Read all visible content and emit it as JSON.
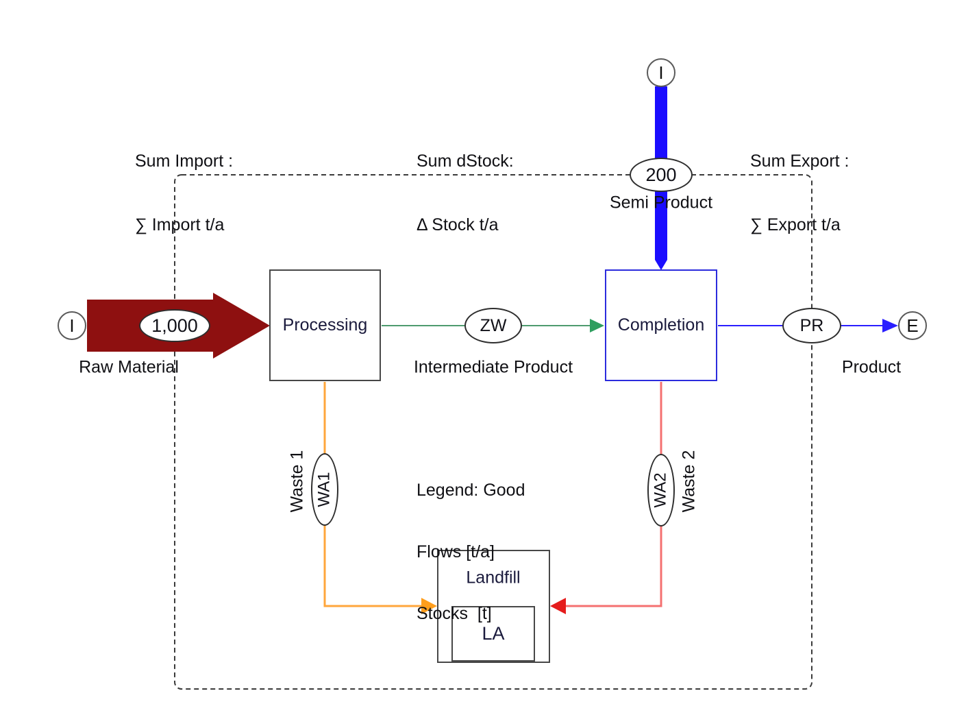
{
  "summary_labels": {
    "import": {
      "line1": "Sum Import :",
      "line2": "∑ Import t/a"
    },
    "dstock": {
      "line1": "Sum dStock:",
      "line2": "Δ Stock t/a"
    },
    "export": {
      "line1": "Sum Export :",
      "line2": "∑ Export t/a"
    }
  },
  "processes": {
    "processing": {
      "label": "Processing"
    },
    "completion": {
      "label": "Completion"
    },
    "landfill": {
      "label": "Landfill",
      "stock": {
        "label": "LA"
      }
    }
  },
  "terminals": {
    "import_left": "I",
    "import_top": "I",
    "export_right": "E"
  },
  "flows": {
    "raw_material": {
      "label": "Raw Material",
      "value": "1,000"
    },
    "semi_product": {
      "label": "Semi Product",
      "value": "200"
    },
    "intermediate_product": {
      "label": "Intermediate Product",
      "code": "ZW"
    },
    "product": {
      "label": "Product",
      "code": "PR"
    },
    "waste_1": {
      "label": "Waste 1",
      "code": "WA1"
    },
    "waste_2": {
      "label": "Waste 2",
      "code": "WA2"
    }
  },
  "legend": {
    "line1": "Legend: Good",
    "line2": "Flows [t/a]",
    "line3": "Stocks  [t]"
  },
  "colors": {
    "raw_material_flow": "#8e1010",
    "semi_product_flow": "#1a0dff",
    "intermediate_flow": "#4e9b6e",
    "intermediate_arrowhead": "#2f9e5f",
    "product_flow": "#2a1fff",
    "waste1_flow": "#ffa63c",
    "waste1_arrowhead": "#ff9e1c",
    "waste2_flow": "#f47070",
    "waste2_arrowhead": "#e51c1c",
    "completion_border": "#2b2bdd",
    "boundary": "#3a3a3a"
  }
}
